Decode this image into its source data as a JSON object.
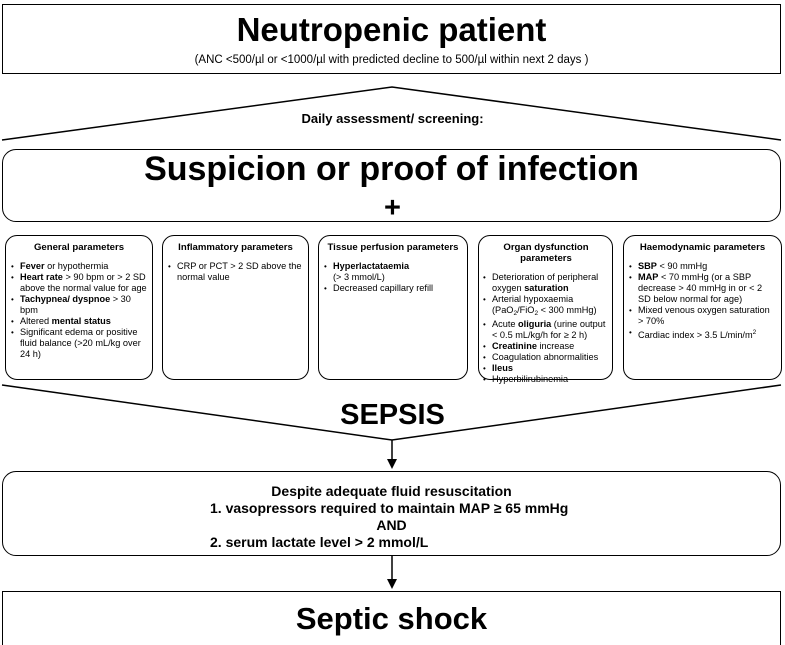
{
  "top": {
    "title": "Neutropenic patient",
    "subtitle": "(ANC <500/µl or <1000/µl with predicted decline to 500/µl within next 2 days )"
  },
  "daily_label": "Daily assessment/ screening:",
  "suspicion": {
    "title": "Suspicion or proof of infection",
    "plus": "+"
  },
  "params": {
    "general": {
      "title": "General parameters",
      "fever_b": "Fever",
      "fever_t": " or hypothermia",
      "hr_b": "Heart rate",
      "hr_t": " > 90 bpm or > 2 SD above the normal value for age",
      "tachy_b": "Tachypnea/ dyspnoe",
      "tachy_t": " > 30 bpm",
      "mental_t": "Altered ",
      "mental_b": "mental status",
      "edema_t": "Significant edema or positive fluid balance (>20 mL/kg over 24 h)"
    },
    "inflammatory": {
      "title": "Inflammatory parameters",
      "crp": "CRP or PCT > 2 SD above the normal value"
    },
    "perfusion": {
      "title": "Tissue perfusion parameters",
      "hyper_b": "Hyperlactataemia",
      "hyper_t": " (> 3 mmol/L)",
      "cap": "Decreased capillary refill"
    },
    "organ": {
      "title": "Organ dysfunction parameters",
      "det_t": "Deterioration of peripheral oxygen ",
      "det_b": "saturation",
      "hypox_t1": "Arterial hypoxaemia (PaO",
      "hypox_s1": "2",
      "hypox_t2": "/FiO",
      "hypox_s2": "2",
      "hypox_t3": " < 300 mmHg)",
      "olig_t1": "Acute ",
      "olig_b": "oliguria",
      "olig_t2": " (urine output < 0.5 mL/kg/h for ≥ 2 h)",
      "creat_b": "Creatinine",
      "creat_t": " increase",
      "coag": "Coagulation abnormalities",
      "ileus_b": "Ileus",
      "hyperbili": "Hyperbilirubinemia"
    },
    "haemo": {
      "title": "Haemodynamic parameters",
      "sbp_b": "SBP",
      "sbp_t": " < 90 mmHg",
      "map_b": "MAP",
      "map_t": " < 70 mmHg (or a SBP decrease > 40 mmHg in or < 2 SD below normal for age)",
      "mixed": "Mixed venous oxygen saturation > 70%",
      "cardiac_t": "Cardiac index > 3.5 L/min/m",
      "cardiac_sup": "2"
    }
  },
  "sepsis": "SEPSIS",
  "resuscitation": {
    "line1": "Despite adequate fluid resuscitation",
    "line2": "1. vasopressors required to maintain MAP ≥ 65 mmHg",
    "line3": "AND",
    "line4": "2. serum lactate level > 2 mmol/L"
  },
  "shock": "Septic shock"
}
